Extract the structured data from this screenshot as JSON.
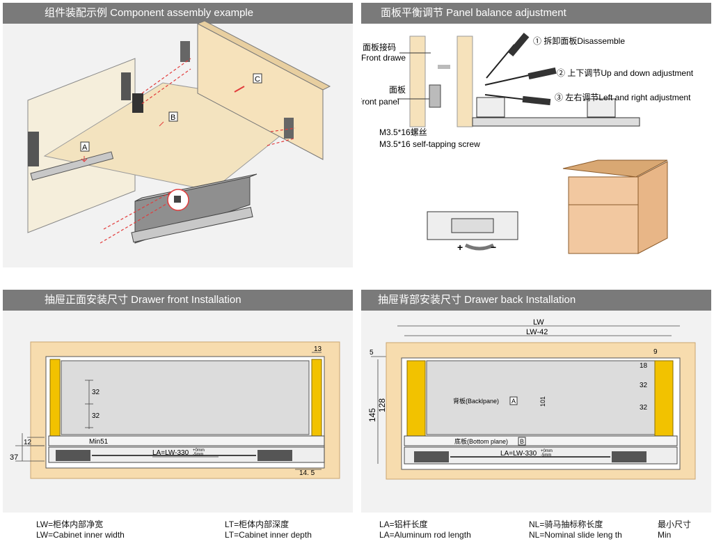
{
  "panels": {
    "assembly": {
      "title": "组件装配示例  Component assembly example",
      "label_a": "A",
      "label_b": "B",
      "label_c": "C"
    },
    "balance": {
      "title": "面板平衡调节  Panel balance adjustment",
      "front_connector_cn": "面板接码",
      "front_connector_en": "Front drawe",
      "front_panel_cn": "面板",
      "front_panel_en": "Front panel",
      "screw_cn": "M3.5*16螺丝",
      "screw_en": "M3.5*16 self-tapping screw",
      "step1": "① 拆卸面板Disassemble",
      "step2": "② 上下调节Up and down adjustment",
      "step3": "③ 左右调节Left and right adjustment",
      "plus": "+",
      "minus": "−"
    },
    "front": {
      "title": "抽屉正面安装尺寸 Drawer front Installation",
      "dim_13": "13",
      "dim_32a": "32",
      "dim_32b": "32",
      "dim_12": "12",
      "dim_37": "37",
      "min51": "Min51",
      "la_formula": "LA=LW-330",
      "la_tol_plus": "+0mm",
      "la_tol_minus": "-5mm",
      "dim_145": "14. 5"
    },
    "back": {
      "title": "抽屉背部安装尺寸 Drawer back Installation",
      "lw": "LW",
      "lw42": "LW-42",
      "dim_5": "5",
      "dim_9": "9",
      "dim_18": "18",
      "dim_32a": "32",
      "dim_32b": "32",
      "dim_145": "145",
      "dim_128": "128",
      "dim_101": "101",
      "backpanel": "背板(Backlpane)",
      "backpanel_box": "A",
      "bottom": "底板(Bottom  plane)",
      "bottom_box": "B",
      "la_formula": "LA=LW-330",
      "la_tol_plus": "+0mm",
      "la_tol_minus": "-5mm"
    }
  },
  "legend": [
    {
      "cn": "LW=柜体内部净宽",
      "en": "LW=Cabinet inner width"
    },
    {
      "cn": "LT=柜体内部深度",
      "en": "LT=Cabinet inner depth"
    },
    {
      "cn": "LA=铝杆长度",
      "en": "LA=Aluminum rod length"
    },
    {
      "cn": "NL=骑马抽标称长度",
      "en": "NL=Nominal slide leng th"
    },
    {
      "cn": "最小尺寸",
      "en": "Min"
    }
  ],
  "colors": {
    "header": "#7a7a7a",
    "panel_bg": "#f2f2f2",
    "wood": "#f6e2bb",
    "cabinet": "#f2d6a8",
    "yellow": "#f2c200",
    "red": "#e23b3b",
    "gray_panel": "#d9d9d9"
  }
}
